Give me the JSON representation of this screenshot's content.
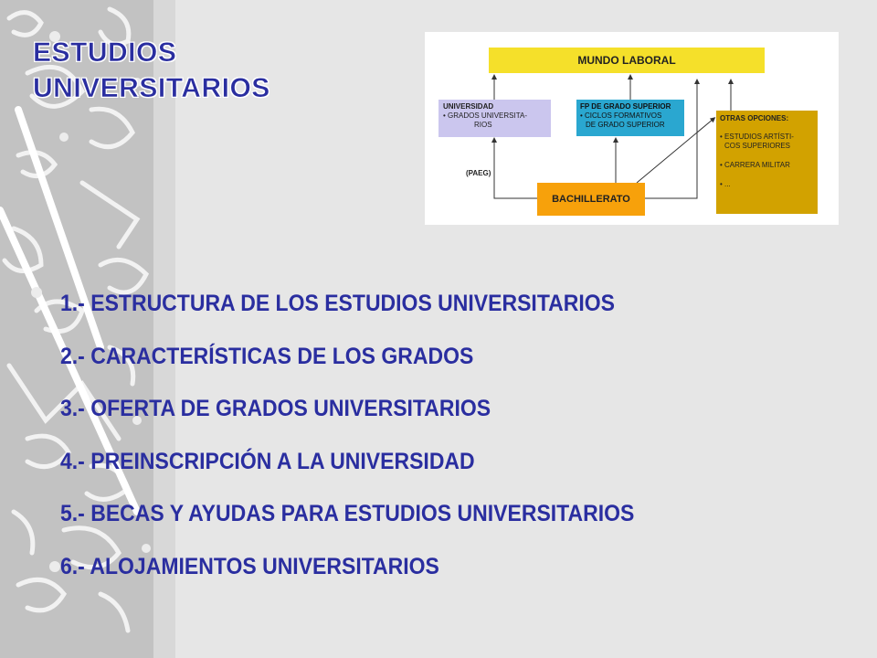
{
  "title": {
    "line1": "ESTUDIOS",
    "line2": "UNIVERSITARIOS"
  },
  "diagram": {
    "mundo_laboral": "MUNDO LABORAL",
    "universidad": {
      "heading": "UNIVERSIDAD",
      "line1": "• GRADOS  UNIVERSITA-",
      "line2": "RIOS"
    },
    "fp": {
      "heading": "FP  DE GRADO SUPERIOR",
      "line1": "•  CICLOS FORMATIVOS",
      "line2": "DE GRADO SUPERIOR"
    },
    "otras": {
      "heading": "OTRAS OPCIONES:",
      "line1": "• ESTUDIOS ARTÍSTI-",
      "line2": "COS SUPERIORES",
      "line3": "• CARRERA MILITAR",
      "line4": "• ..."
    },
    "paeg": "(PAEG)",
    "bachillerato": "BACHILLERATO"
  },
  "menu": [
    "1.- ESTRUCTURA DE LOS ESTUDIOS UNIVERSITARIOS",
    "2.- CARACTERÍSTICAS DE LOS GRADOS",
    "3.- OFERTA DE GRADOS UNIVERSITARIOS",
    "4.- PREINSCRIPCIÓN A LA UNIVERSIDAD",
    "5.- BECAS Y AYUDAS PARA ESTUDIOS UNIVERSITARIOS",
    "6.- ALOJAMIENTOS UNIVERSITARIOS"
  ],
  "colors": {
    "title_text": "#2a2ea0",
    "mundo_laboral": "#f5e02a",
    "universidad": "#cbc6ee",
    "fp": "#2aa7d0",
    "otras": "#d2a200",
    "bachillerato": "#f7a10b"
  }
}
